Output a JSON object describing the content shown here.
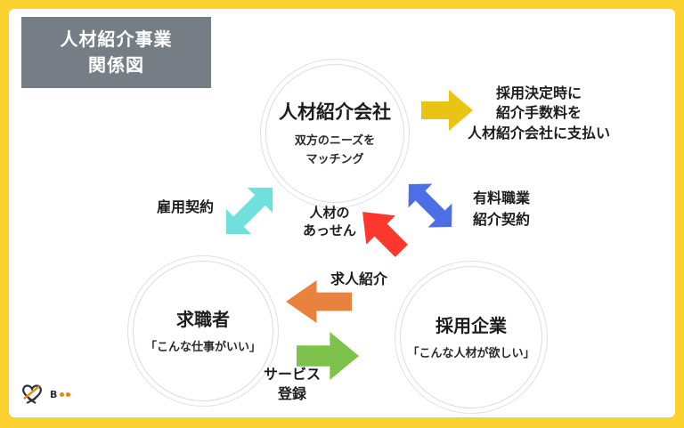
{
  "title": {
    "line1": "人材紹介事業",
    "line2": "関係図"
  },
  "nodes": {
    "agency": {
      "title": "人材紹介会社",
      "sub1": "双方のニーズを",
      "sub2": "マッチング"
    },
    "job_seeker": {
      "title": "求職者",
      "sub": "「こんな仕事がいい」"
    },
    "employer": {
      "title": "採用企業",
      "sub": "「こんな人材が欲しい」"
    }
  },
  "labels": {
    "fee_line1": "採用決定時に",
    "fee_line2": "紹介手数料を",
    "fee_line3": "人材紹介会社に支払い",
    "employment_contract": "雇用契約",
    "placement_line1": "人材の",
    "placement_line2": "あっせん",
    "paid_contract_line1": "有料職業",
    "paid_contract_line2": "紹介契約",
    "job_offer": "求人紹介",
    "service_line1": "サービス",
    "service_line2": "登録"
  },
  "logo": {
    "text": "B"
  },
  "colors": {
    "frame_yellow": "#FAD12E",
    "title_box_gray": "#767D84",
    "arrow_yellow": "#EAC414",
    "arrow_teal": "#6FE0DB",
    "arrow_red": "#FB372E",
    "arrow_blue": "#4C6FE7",
    "arrow_orange": "#E8823C",
    "arrow_green": "#7CC24B",
    "logo_orange": "#F08300",
    "logo_dark": "#2A2E3A"
  }
}
